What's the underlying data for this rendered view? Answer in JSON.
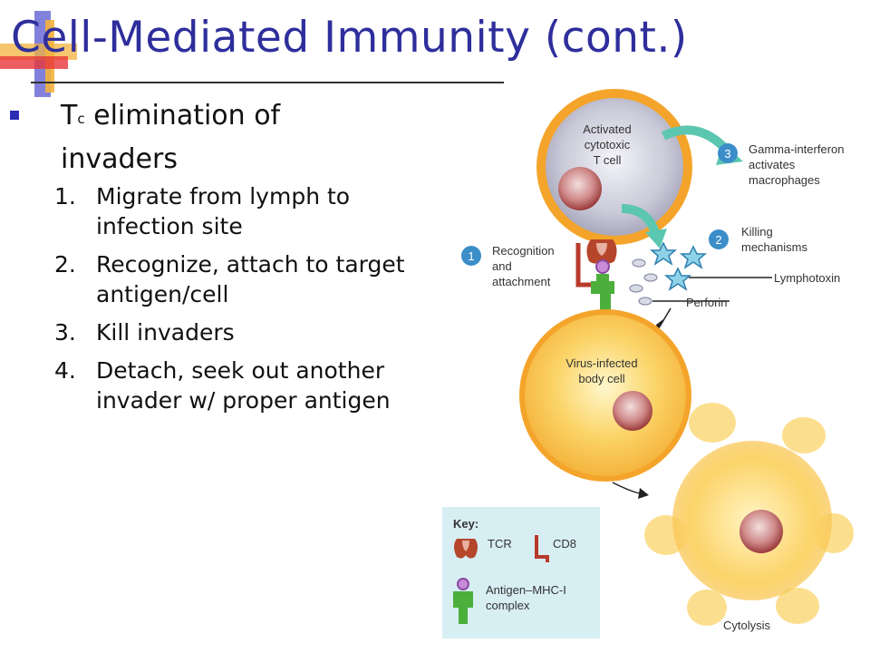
{
  "slide": {
    "title": "Cell-Mediated Immunity (cont.)",
    "heading_main": "T",
    "heading_sub": "c",
    "heading_rest": " elimination of invaders",
    "steps": [
      {
        "num": "1.",
        "text": "Migrate from lymph to infection site"
      },
      {
        "num": "2.",
        "text": "Recognize, attach to target antigen/cell"
      },
      {
        "num": "3.",
        "text": "Kill invaders"
      },
      {
        "num": "4.",
        "text": "Detach, seek out another invader w/ proper antigen"
      }
    ]
  },
  "diagram": {
    "tcell_label": [
      "Activated",
      "cytotoxic",
      "T cell"
    ],
    "infected_label": [
      "Virus-infected",
      "body cell"
    ],
    "step1_num": "1",
    "step1_label": [
      "Recognition",
      "and",
      "attachment"
    ],
    "step2_num": "2",
    "step2_label": [
      "Killing",
      "mechanisms"
    ],
    "step3_num": "3",
    "step3_label": [
      "Gamma-interferon",
      "activates",
      "macrophages"
    ],
    "lymphotoxin": "Lymphotoxin",
    "perforin": "Perforin",
    "cytolysis": "Cytolysis",
    "key": {
      "title": "Key:",
      "tcr": "TCR",
      "cd8": "CD8",
      "antigen": [
        "Antigen–MHC-I",
        "complex"
      ]
    }
  },
  "colors": {
    "title": "#2e2e9c",
    "bullet": "#2b2bb5",
    "step_badge": "#3b8ec8",
    "cell_orange": "#f5a623",
    "key_bg": "#d7eef3",
    "tcr": "#b5452b",
    "cd8": "#b83a2b",
    "mhc": "#4caf3c"
  }
}
